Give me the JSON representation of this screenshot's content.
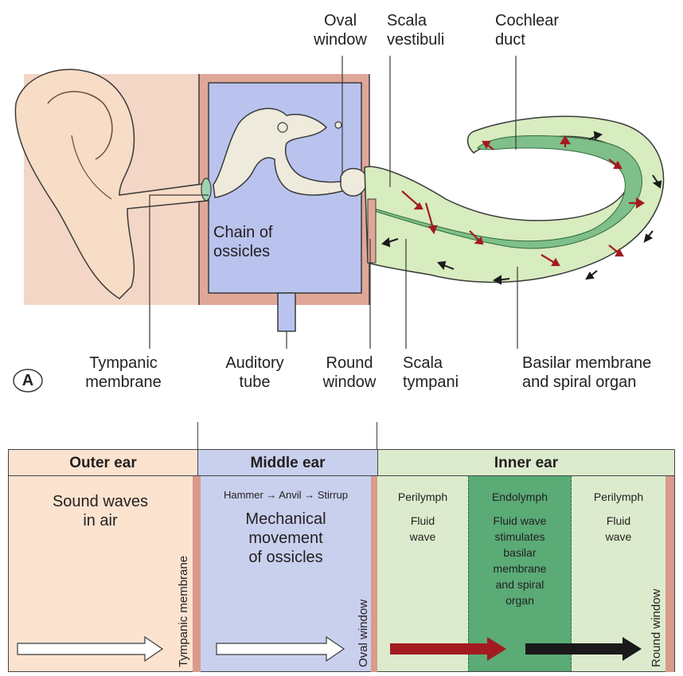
{
  "diagram_a": {
    "panel_letter": "A",
    "labels": {
      "oval_window": [
        "Oval",
        "window"
      ],
      "scala_vestibuli": [
        "Scala",
        "vestibuli"
      ],
      "cochlear_duct": [
        "Cochlear",
        "duct"
      ],
      "chain_of_ossicles": [
        "Chain of",
        "ossicles"
      ],
      "tympanic_membrane": [
        "Tympanic",
        "membrane"
      ],
      "auditory_tube": [
        "Auditory",
        "tube"
      ],
      "round_window": [
        "Round",
        "window"
      ],
      "scala_tympani": [
        "Scala",
        "tympani"
      ],
      "basilar_membrane": [
        "Basilar membrane",
        "and spiral organ"
      ]
    }
  },
  "diagram_b": {
    "sections": {
      "outer": {
        "header": "Outer ear",
        "text": [
          "Sound waves",
          "in air"
        ],
        "boundary": "Tympanic membrane"
      },
      "middle": {
        "header": "Middle ear",
        "chain": "Hammer → Anvil → Stirrup",
        "text": [
          "Mechanical",
          "movement",
          "of ossicles"
        ],
        "boundary": "Oval window"
      },
      "inner": {
        "header": "Inner ear",
        "perilymph_left": {
          "title": "Perilymph",
          "text": [
            "Fluid",
            "wave"
          ]
        },
        "endolymph": {
          "title": "Endolymph",
          "text": [
            "Fluid wave",
            "stimulates",
            "basilar",
            "membrane",
            "and spiral",
            "organ"
          ]
        },
        "perilymph_right": {
          "title": "Perilymph",
          "text": [
            "Fluid",
            "wave"
          ]
        },
        "boundary": "Round window"
      }
    },
    "colors": {
      "outer": "#fbe3d0",
      "middle": "#c9d0ee",
      "inner": "#dcebcd",
      "endolymph": "#5aab76",
      "membrane": "#d99a8c",
      "red_arrow": "#a31b20",
      "black_arrow": "#1a1a1a"
    }
  }
}
